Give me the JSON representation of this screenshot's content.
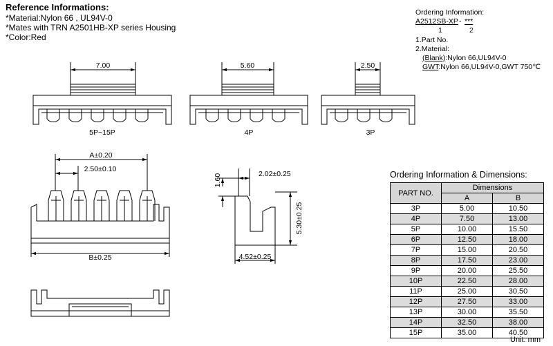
{
  "reference": {
    "title": "Reference Informations:",
    "lines": [
      "*Material:Nylon 66 , UL94V-0",
      "*Mates with TRN A2501HB-XP series Housing",
      "*Color:Red"
    ]
  },
  "ordering_info": {
    "title": "Ordering Information:",
    "part_code": "A2512SB-XP",
    "dash": "-",
    "suffix": "***",
    "index_1": "1",
    "index_2": "2",
    "item_1": "1.Part No.",
    "item_2": "2.Material:",
    "blank_key": "(Blank)",
    "blank_val": ":Nylon 66,UL94V-0",
    "gwt_key": "GWT",
    "gwt_val": ":Nylon 66,UL94V-0,GWT 750℃"
  },
  "drawing": {
    "dim_7": "7.00",
    "dim_5_6": "5.60",
    "dim_2_5": "2.50",
    "view_5p": "5P~15P",
    "view_4p": "4P",
    "view_3p": "3P",
    "dim_a": "A±0.20",
    "dim_pitch": "2.50±0.10",
    "dim_b": "B±0.25",
    "dim_1_6": "1.60",
    "dim_2_02": "2.02±0.25",
    "dim_5_3": "5.30±0.25",
    "dim_4_52": "4.52±0.25"
  },
  "dimensions_table": {
    "title": "Ordering Information & Dimensions:",
    "col_part": "PART NO.",
    "col_dims": "Dimensions",
    "col_a": "A",
    "col_b": "B",
    "rows": [
      [
        "3P",
        "5.00",
        "10.50"
      ],
      [
        "4P",
        "7.50",
        "13.00"
      ],
      [
        "5P",
        "10.00",
        "15.50"
      ],
      [
        "6P",
        "12.50",
        "18.00"
      ],
      [
        "7P",
        "15.00",
        "20.50"
      ],
      [
        "8P",
        "17.50",
        "23.00"
      ],
      [
        "9P",
        "20.00",
        "25.50"
      ],
      [
        "10P",
        "22.50",
        "28.00"
      ],
      [
        "11P",
        "25.00",
        "30.50"
      ],
      [
        "12P",
        "27.50",
        "33.00"
      ],
      [
        "13P",
        "30.00",
        "35.50"
      ],
      [
        "14P",
        "32.50",
        "38.00"
      ],
      [
        "15P",
        "35.00",
        "40.50"
      ]
    ],
    "unit": "Unit: mm"
  }
}
